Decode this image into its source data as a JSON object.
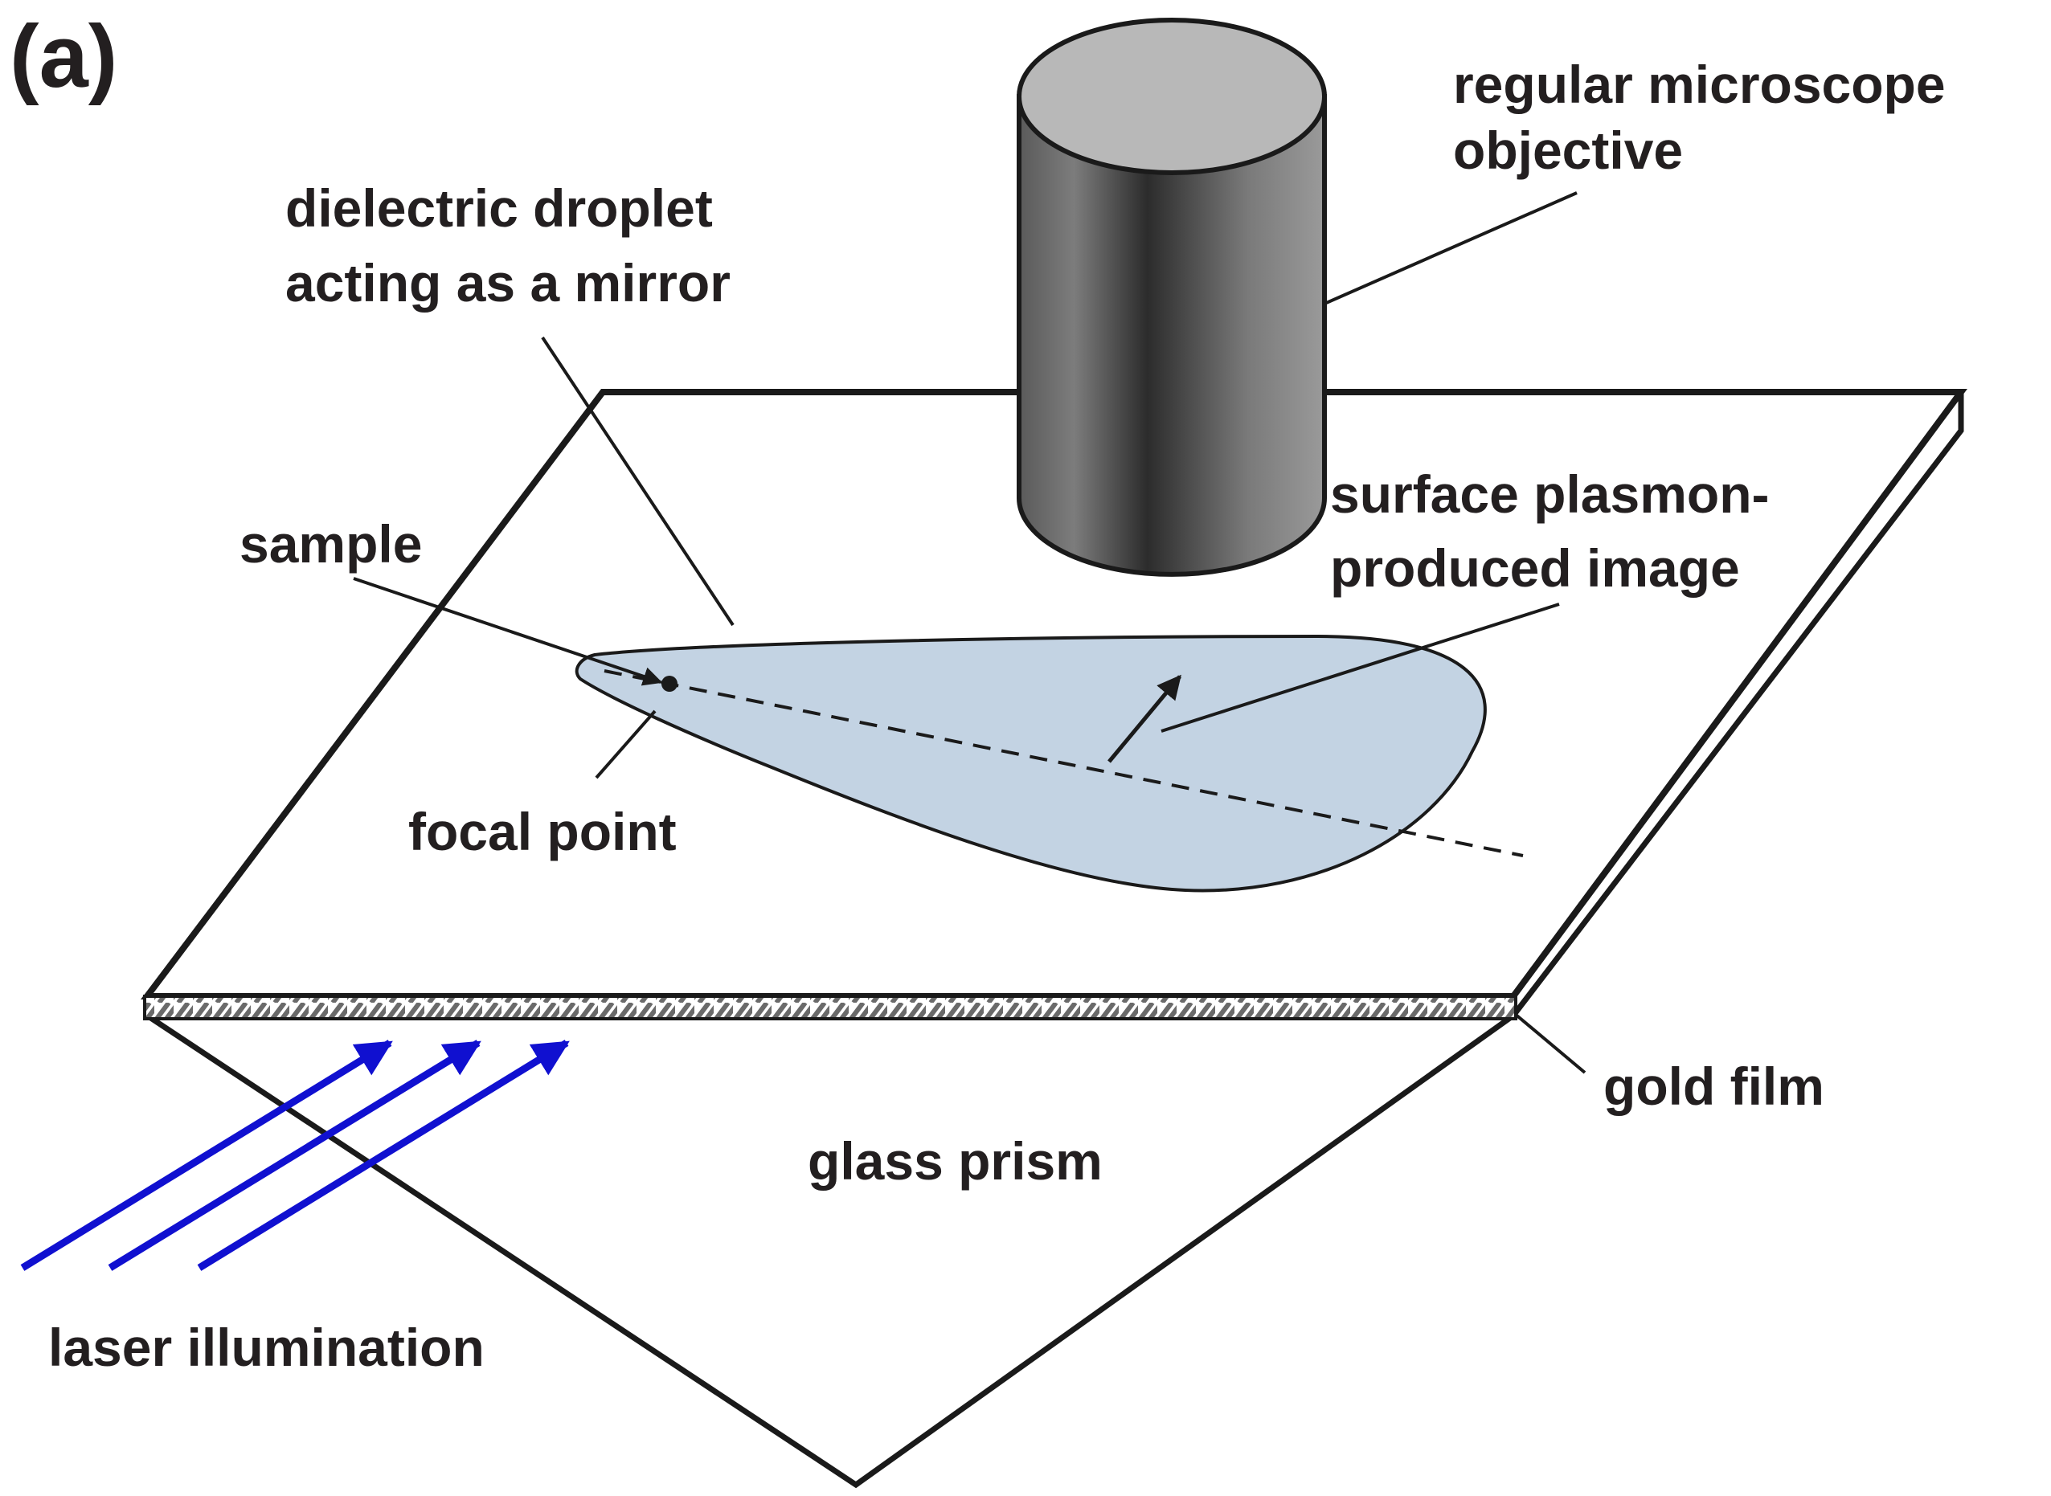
{
  "panel_label": "(a)",
  "labels": {
    "objective_line1": "regular microscope",
    "objective_line2": "objective",
    "droplet_line1": "dielectric droplet",
    "droplet_line2": "acting as a mirror",
    "sample": "sample",
    "image_line1": "surface plasmon-",
    "image_line2": "produced image",
    "focal_point": "focal point",
    "gold_film": "gold film",
    "glass_prism": "glass prism",
    "laser": "laser illumination"
  },
  "colors": {
    "line": "#1a1a1a",
    "droplet_fill": "#c3d3e3",
    "laser": "#1010d0",
    "text": "#231f20"
  }
}
